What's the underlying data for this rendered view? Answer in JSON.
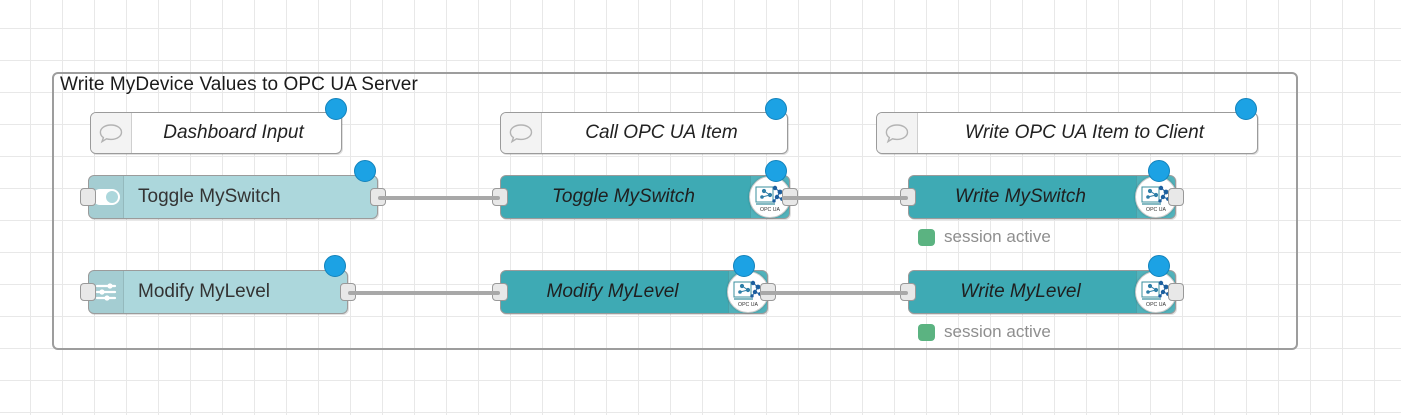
{
  "canvas": {
    "grid_size": 32,
    "background_color": "#ffffff",
    "grid_color": "#e8e8e8"
  },
  "group": {
    "title": "Write MyDevice Values to OPC UA Server",
    "border_color": "#9d9d9d"
  },
  "colors": {
    "node_light": "#ACD7DC",
    "node_dark": "#3EAAB4",
    "selection_dot": "#1CA2E4",
    "status_ok": "#5BB381",
    "wire": "#a8a8a8",
    "port": "#e8e8e8"
  },
  "comments": [
    {
      "label": "Dashboard Input",
      "icon": "comment-icon"
    },
    {
      "label": "Call OPC UA Item",
      "icon": "comment-icon"
    },
    {
      "label": "Write OPC UA Item to Client",
      "icon": "comment-icon"
    }
  ],
  "rows": [
    {
      "input_node": {
        "label": "Toggle MySwitch",
        "icon": "toggle-switch-icon"
      },
      "middle_node": {
        "label": "Toggle MySwitch",
        "icon": "opcua-icon"
      },
      "output_node": {
        "label": "Write MySwitch",
        "icon": "opcua-icon"
      },
      "status": {
        "text": "session active",
        "color": "#5BB381"
      }
    },
    {
      "input_node": {
        "label": "Modify MyLevel",
        "icon": "sliders-icon"
      },
      "middle_node": {
        "label": "Modify MyLevel",
        "icon": "opcua-icon"
      },
      "output_node": {
        "label": "Write MyLevel",
        "icon": "opcua-icon"
      },
      "status": {
        "text": "session active",
        "color": "#5BB381"
      }
    }
  ],
  "opcua_badge_text": "OPC UA"
}
